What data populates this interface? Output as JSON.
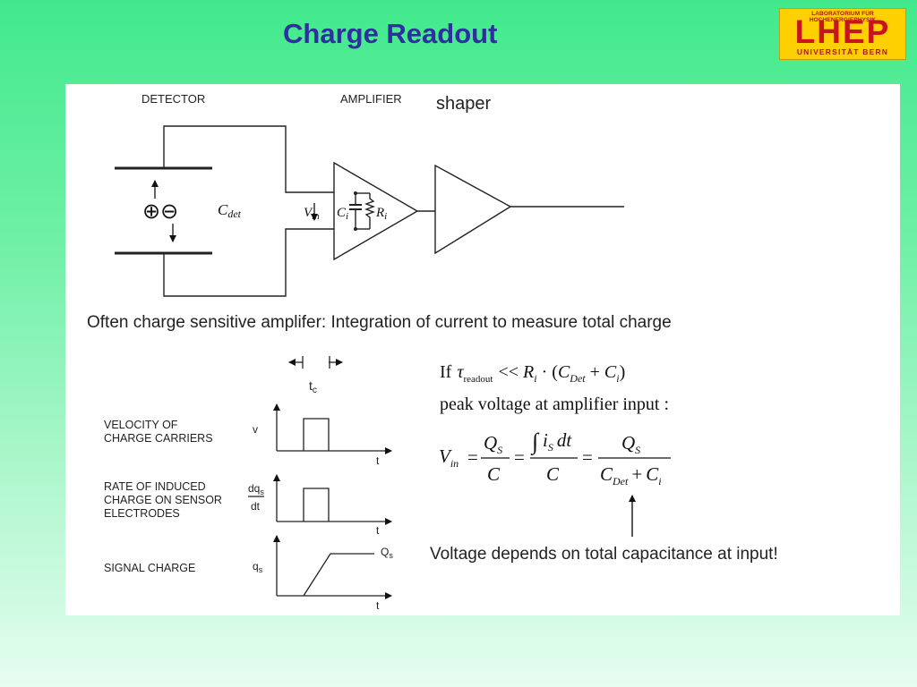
{
  "slide": {
    "title": "Charge Readout"
  },
  "logo": {
    "top_text": "LABORATORIUM FÜR HOCHENERGIEPHYSIK",
    "main_text": "LHEP",
    "bottom_text": "UNIVERSITÄT BERN",
    "colors": {
      "background": "#ffd000",
      "text": "#c8141c"
    }
  },
  "circuit": {
    "detector_label": "DETECTOR",
    "amplifier_label": "AMPLIFIER",
    "shaper_label": "shaper",
    "cdet_symbol": "C",
    "cdet_sub": "det",
    "vin_symbol": "V",
    "vin_sub": "in",
    "ci_symbol": "C",
    "ci_sub": "i",
    "ri_symbol": "R",
    "ri_sub": "i",
    "charge_symbols": "⊕⊖"
  },
  "caption": "Often charge sensitive amplifer: Integration of current to measure total charge",
  "timing": {
    "tc_label": "t",
    "tc_sub": "c",
    "rows": [
      {
        "line1": "VELOCITY OF",
        "line2": "CHARGE CARRIERS",
        "line3": "",
        "ylabel": "v",
        "xlabel": "t"
      },
      {
        "line1": "RATE OF INDUCED",
        "line2": "CHARGE ON SENSOR",
        "line3": "ELECTRODES",
        "ylabel_num": "dq",
        "ylabel_num_sub": "s",
        "ylabel_den": "dt",
        "xlabel": "t"
      },
      {
        "line1": "SIGNAL CHARGE",
        "line2": "",
        "line3": "",
        "ylabel": "q",
        "ylabel_sub": "s",
        "level_label": "Q",
        "level_sub": "s",
        "xlabel": "t"
      }
    ]
  },
  "equations": {
    "cond_if": "If",
    "tau": "τ",
    "tau_sub": "readout",
    "cond_rel": "<< ",
    "cond_r": "R",
    "cond_r_sub": "i",
    "cond_dot": " · (",
    "cond_c": "C",
    "cond_c_sub": "Det",
    "cond_plus": " + ",
    "cond_ci": "C",
    "cond_ci_sub": "i",
    "cond_close": ")",
    "peak_text": "peak voltage at amplifier input :",
    "vin": "V",
    "vin_sub": "in",
    "eq": "=",
    "qs": "Q",
    "qs_sub": "S",
    "c": "C",
    "integral": "∫",
    "is": "i",
    "is_sub": "S",
    "dt": "dt",
    "cdet": "C",
    "cdet_sub": "Det",
    "plus": "+",
    "ci": "C",
    "ci_sub": "i"
  },
  "conclusion": "Voltage depends on total capacitance at input!"
}
